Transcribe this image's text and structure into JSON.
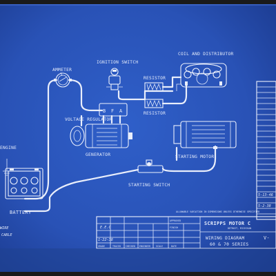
{
  "diagram": {
    "labels": {
      "ammeter": "AMMETER",
      "ignition_switch": "IGNITION SWITCH",
      "coil_distributor": "COIL AND DISTRIBUTOR",
      "resistor_top": "RESISTOR",
      "resistor_bottom": "RESISTOR",
      "voltage_regulator": "VOLTAGE REGULATOR",
      "generator": "GENERATOR",
      "starting_motor": "STARTING MOTOR",
      "starting_switch": "STARTING SWITCH",
      "engine": "ENGINE",
      "battery": "BATTERY",
      "terminal_b": "B",
      "terminal_f": "F",
      "terminal_a": "A",
      "side_note_1": "WIRE",
      "side_note_2": "CABLE"
    },
    "title_block": {
      "company": "SCRIPPS MOTOR C",
      "city": "DETROIT, MICHIGAN",
      "title_line_1": "WIRING DIAGRAM",
      "title_line_2": "60 & 70 SERIES",
      "drawing_no": "V-",
      "initials": "E.E.C",
      "date": "1-22-38",
      "row_labels": [
        "GRADE",
        "TRACED",
        "CHECKED",
        "ENGINEER",
        "SCALE",
        "DATE"
      ],
      "field_approved": "APPROVED",
      "field_finish": "FINISH",
      "right_dates": [
        "5-13-46",
        "5-2-38"
      ],
      "notice": "ALLOWABLE VARIATION IN DIMENSIONS UNLESS OTHERWISE SPECIFIED"
    }
  }
}
